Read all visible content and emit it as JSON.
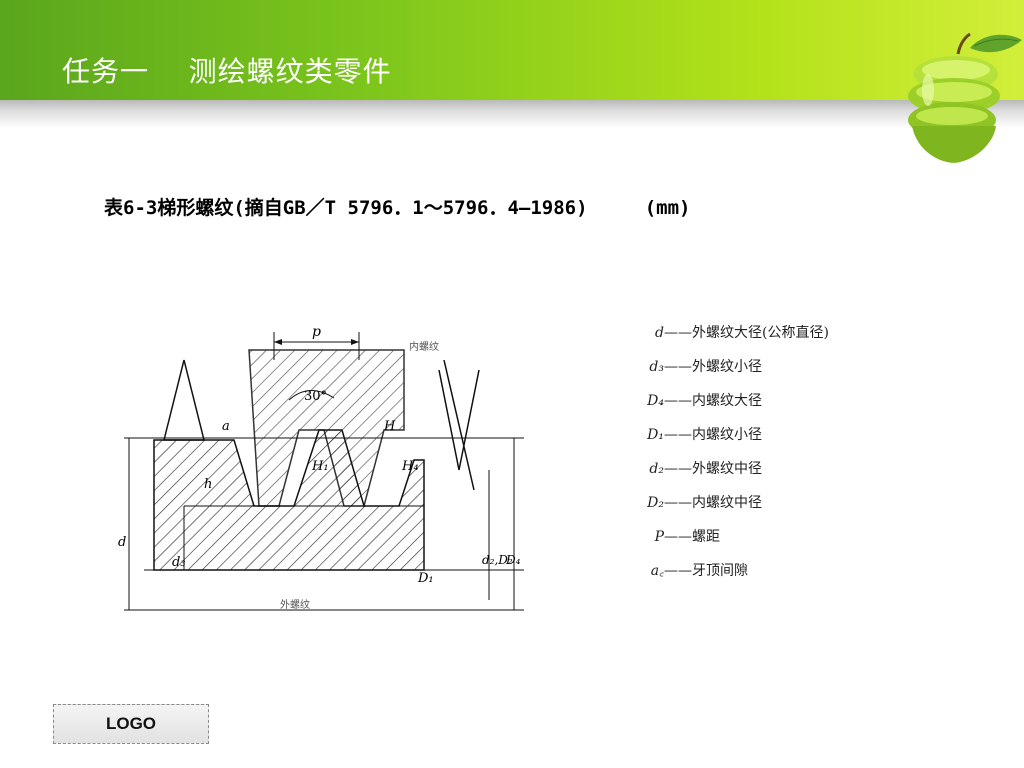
{
  "header": {
    "title": "任务一    测绘螺纹类零件"
  },
  "table_title": "表6-3梯形螺纹(摘自GB／T 5796．1～5796．4—1986)     (mm)",
  "figure": {
    "labels": {
      "p": "p",
      "angle": "30°",
      "ac": "a",
      "h": "h",
      "H1": "H₁",
      "H4": "H₄",
      "H": "H",
      "d": "d",
      "d3": "d₃",
      "D1": "D₁",
      "d2D2": "d₂,D₂",
      "D4": "D₄",
      "inner": "内螺纹",
      "outer": "外螺纹"
    },
    "legend": [
      {
        "symbol": "d",
        "text": "——外螺纹大径(公称直径)"
      },
      {
        "symbol": "d₃",
        "text": "——外螺纹小径"
      },
      {
        "symbol": "D₄",
        "text": "——内螺纹大径"
      },
      {
        "symbol": "D₁",
        "text": "——内螺纹小径"
      },
      {
        "symbol": "d₂",
        "text": "——外螺纹中径"
      },
      {
        "symbol": "D₂",
        "text": "——内螺纹中径"
      },
      {
        "symbol": "P",
        "text": "——螺距"
      },
      {
        "symbol": "a꜀",
        "text": "——牙顶间隙"
      }
    ]
  },
  "footer": {
    "logo": "LOGO"
  },
  "colors": {
    "header_start": "#5aa61c",
    "header_end": "#d2ee3a",
    "apple": "#9fd22a"
  }
}
